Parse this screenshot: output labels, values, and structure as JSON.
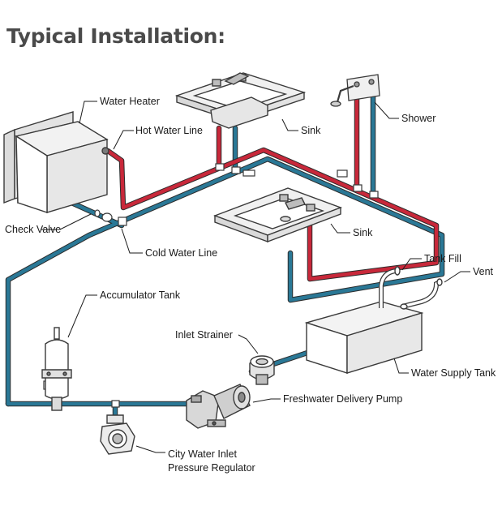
{
  "title": "Typical Installation:",
  "labels": {
    "water_heater": "Water Heater",
    "hot_water_line": "Hot Water Line",
    "sink_upper": "Sink",
    "shower": "Shower",
    "check_valve": "Check Valve",
    "sink_lower": "Sink",
    "cold_water_line": "Cold Water Line",
    "tank_fill": "Tank Fill",
    "vent": "Vent",
    "accumulator_tank": "Accumulator Tank",
    "inlet_strainer": "Inlet Strainer",
    "water_supply_tank": "Water Supply Tank",
    "freshwater_delivery_pump": "Freshwater Delivery Pump",
    "city_water_inlet": "City Water Inlet",
    "pressure_regulator": "Pressure Regulator"
  },
  "colors": {
    "hot_line": "#c8283a",
    "cold_line": "#2a7896",
    "outline": "#3a3a3a",
    "fixture_fill": "#ececec",
    "title_text": "#4a4a4a"
  }
}
